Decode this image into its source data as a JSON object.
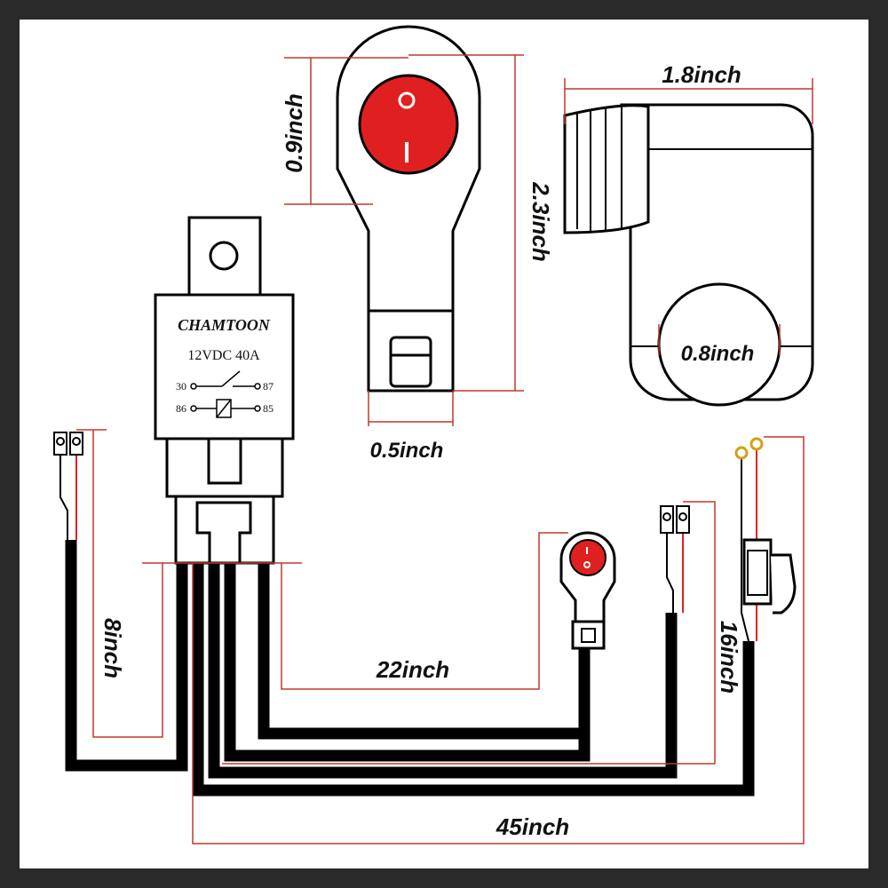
{
  "relay": {
    "brand": "CHAMTOON",
    "rating": "12VDC  40A",
    "pins": {
      "p30": "30",
      "p87": "87",
      "p86": "86",
      "p85": "85"
    }
  },
  "dimensions": {
    "switch_height": "0.9inch",
    "switch_length": "2.3inch",
    "switch_width": "0.5inch",
    "housing_width": "1.8inch",
    "clamp_diameter": "0.8inch",
    "wire_short": "8inch",
    "wire_switch": "22inch",
    "wire_power": "16inch",
    "wire_long": "45inch"
  },
  "colors": {
    "background": "#2a2a2a",
    "panel": "#ffffff",
    "dimension_line": "#c0392b",
    "wire": "#000000",
    "switch_button": "#e02020"
  },
  "icons": [
    "rocker-switch-icon",
    "relay-icon",
    "fuse-holder-icon",
    "spade-connector-icon",
    "ring-terminal-icon"
  ]
}
